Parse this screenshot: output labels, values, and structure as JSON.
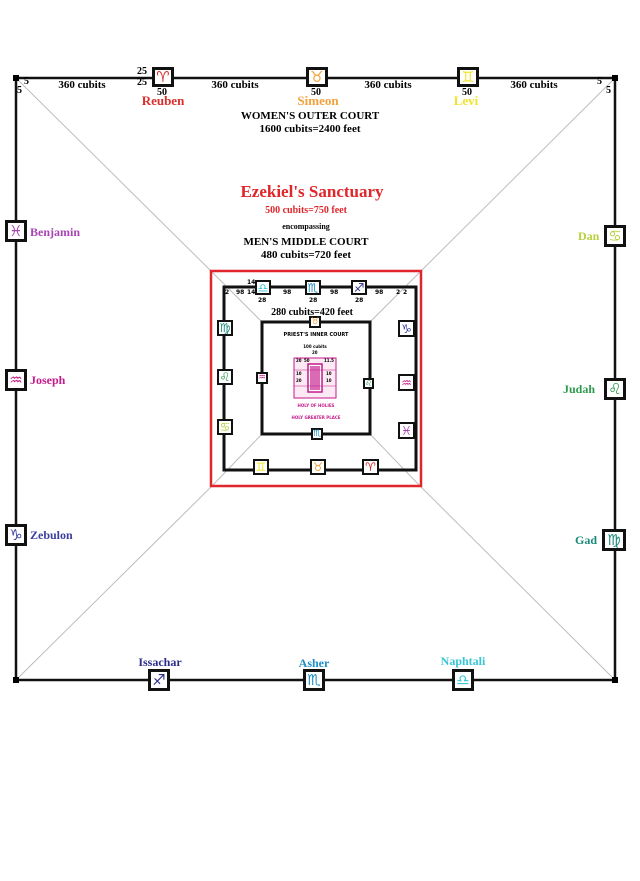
{
  "colors": {
    "line": "#111111",
    "diagonal": "#bdbdbd",
    "sanctuary_red": "#e0262b",
    "reuben": "#d9302e",
    "simeon": "#f2a23c",
    "levi": "#f0e42b",
    "benjamin": "#a845b5",
    "joseph": "#c41a8b",
    "zebulon": "#3b3f9d",
    "dan": "#b6d13b",
    "judah": "#2e9a4e",
    "gad": "#1a8a7a",
    "issachar": "#2b2b8a",
    "asher": "#1e8fc4",
    "naphtali": "#36c6d6",
    "holy_pink": "#c41a8b"
  },
  "outer": {
    "cubit_labels": [
      "360 cubits",
      "360 cubits",
      "360 cubits",
      "360 cubits"
    ],
    "corner_label": "5",
    "gate_label_top": "25",
    "gate_label_bottom": "25",
    "gate_width_label": "50",
    "title": "WOMEN'S OUTER COURT",
    "size": "1600 cubits=2400 feet"
  },
  "sanctuary": {
    "title": "Ezekiel's Sanctuary",
    "size": "500 cubits=750 feet",
    "encompassing": "encompassing",
    "middle_title": "MEN'S MIDDLE COURT",
    "middle_size": "480 cubits=720 feet"
  },
  "inner": {
    "size": "280 cubits=420 feet",
    "title": "PRIEST'S INNER COURT",
    "small_cubits": "100 cubits",
    "holy_of_holies": "HOLY OF HOLIES",
    "holy_greater": "HOLY GREATER PLACE",
    "nums": [
      "14",
      "2",
      "98",
      "14",
      "28",
      "98",
      "28",
      "98",
      "28",
      "98",
      "2",
      "2"
    ],
    "small_nums": [
      "20",
      "50",
      "11.5",
      "10",
      "20",
      "10",
      "10",
      "20"
    ]
  },
  "tribes": {
    "reuben": {
      "name": "Reuben",
      "icon": "aries-icon",
      "glyph": "♈"
    },
    "simeon": {
      "name": "Simeon",
      "icon": "taurus-icon",
      "glyph": "♉"
    },
    "levi": {
      "name": "Levi",
      "icon": "gemini-icon",
      "glyph": "♊"
    },
    "benjamin": {
      "name": "Benjamin",
      "icon": "pisces-icon",
      "glyph": "♓"
    },
    "joseph": {
      "name": "Joseph",
      "icon": "aquarius-icon",
      "glyph": "♒"
    },
    "zebulon": {
      "name": "Zebulon",
      "icon": "capricorn-icon",
      "glyph": "♑"
    },
    "dan": {
      "name": "Dan",
      "icon": "cancer-icon",
      "glyph": "♋"
    },
    "judah": {
      "name": "Judah",
      "icon": "leo-icon",
      "glyph": "♌"
    },
    "gad": {
      "name": "Gad",
      "icon": "virgo-icon",
      "glyph": "♍"
    },
    "issachar": {
      "name": "Issachar",
      "icon": "sagittarius-icon",
      "glyph": "♐"
    },
    "asher": {
      "name": "Asher",
      "icon": "scorpio-icon",
      "glyph": "♏"
    },
    "naphtali": {
      "name": "Naphtali",
      "icon": "libra-icon",
      "glyph": "♎"
    }
  },
  "middle_gates": {
    "top": [
      "♎",
      "♏",
      "♐"
    ],
    "left": [
      "♍",
      "♌",
      "♋"
    ],
    "right": [
      "♑",
      "♒",
      "♓"
    ],
    "bottom": [
      "♊",
      "♉",
      "♈"
    ]
  },
  "inner_gates": {
    "top": "♉",
    "left": "♒",
    "right": "♌",
    "bottom": "♏"
  }
}
